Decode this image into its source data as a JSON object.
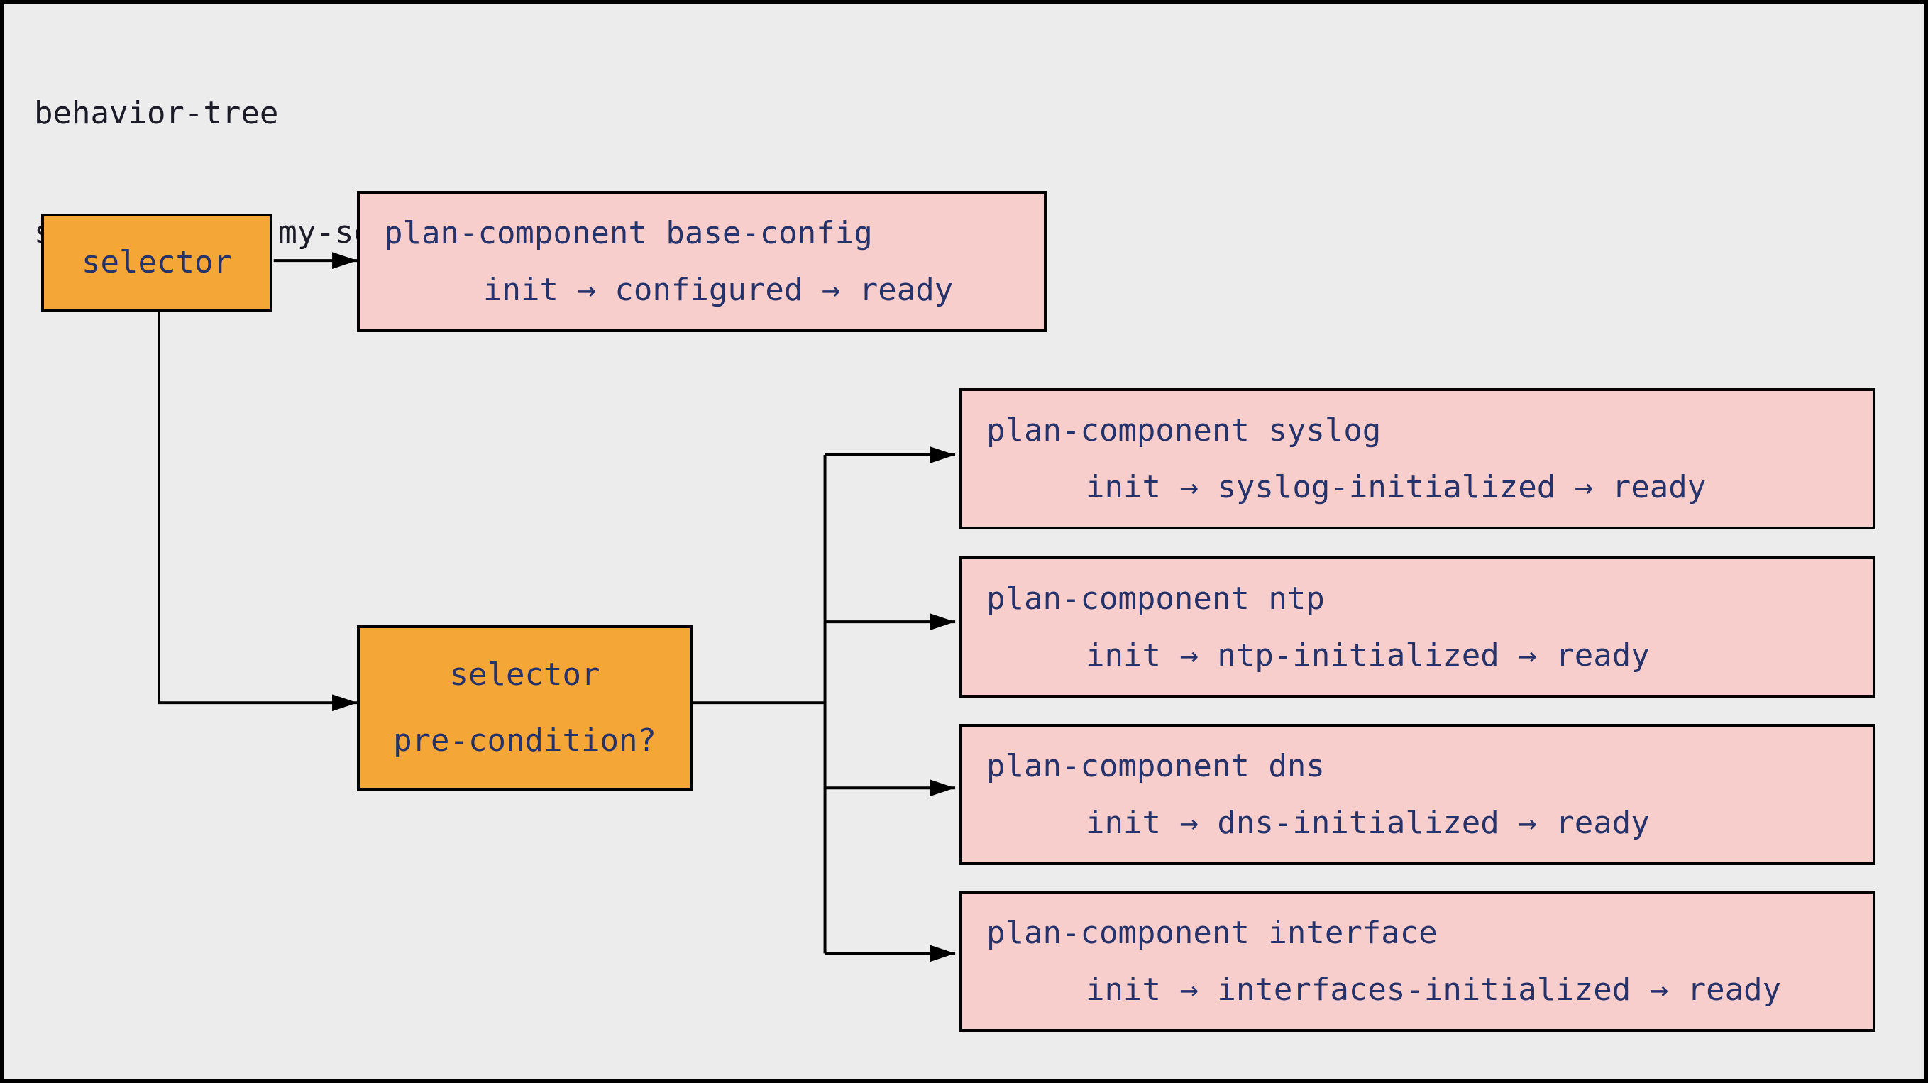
{
  "title": {
    "line1": "behavior-tree",
    "line2": "servicepoint my-servicepoint"
  },
  "nodes": {
    "selector_root": {
      "label": "selector"
    },
    "selector_pre": {
      "label": "selector",
      "sublabel": "pre-condition?"
    },
    "base_config": {
      "name": "plan-component base-config",
      "states": "init → configured → ready"
    },
    "syslog": {
      "name": "plan-component syslog",
      "states": "init → syslog-initialized → ready"
    },
    "ntp": {
      "name": "plan-component ntp",
      "states": "init → ntp-initialized → ready"
    },
    "dns": {
      "name": "plan-component dns",
      "states": "init → dns-initialized → ready"
    },
    "interface": {
      "name": "plan-component interface",
      "states": "init → interfaces-initialized → ready"
    }
  },
  "colors": {
    "background": "#ececec",
    "selector_fill": "#f4a636",
    "component_fill": "#f8cecc",
    "border": "#000000",
    "text": "#26336b",
    "title_text": "#1c1c28"
  }
}
